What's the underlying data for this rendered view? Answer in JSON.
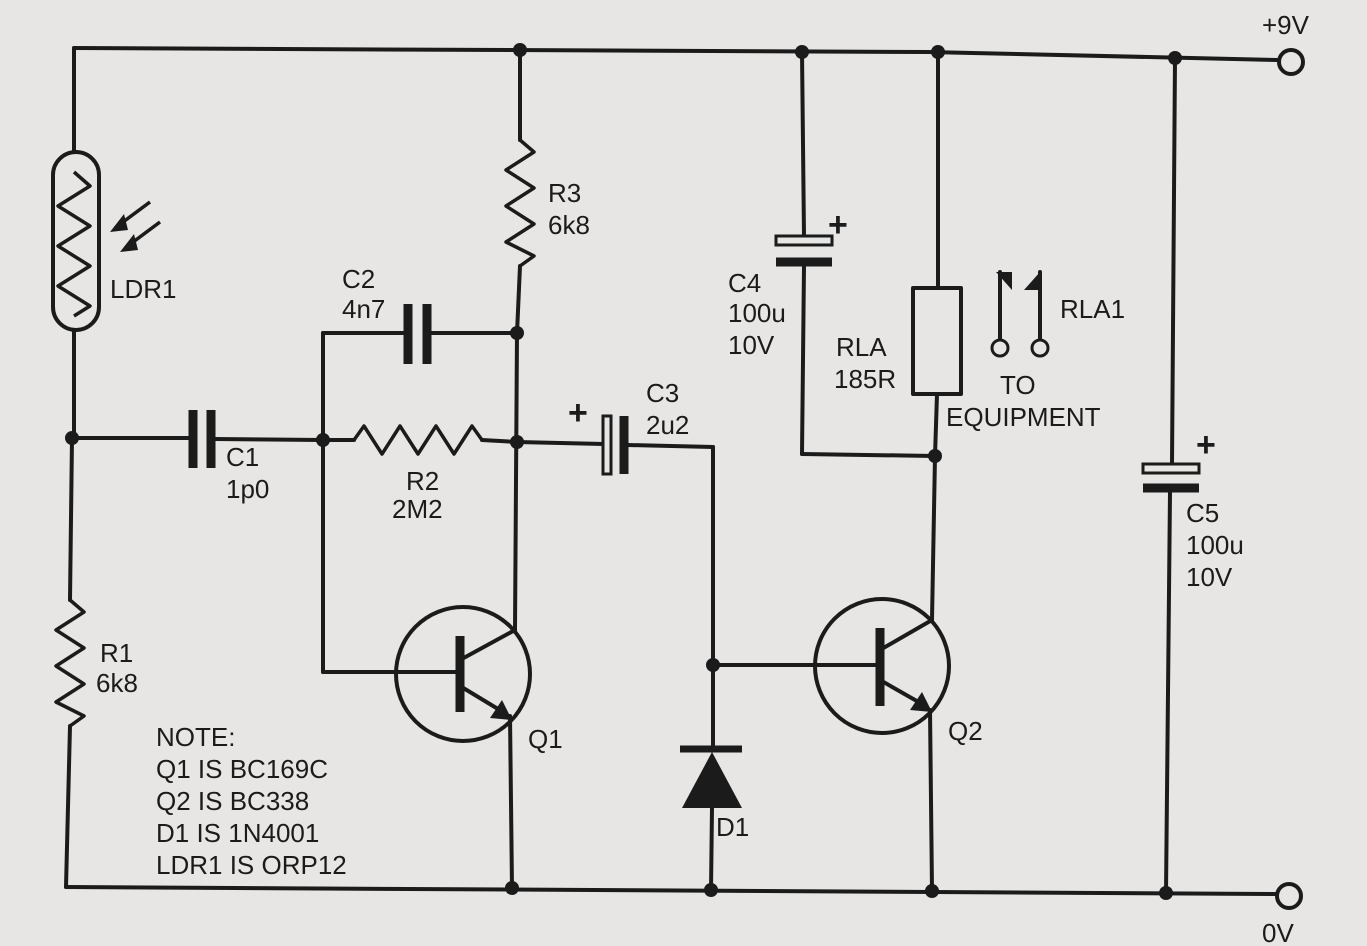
{
  "supply": {
    "positive": "+9V",
    "ground": "0V"
  },
  "components": {
    "ldr1": {
      "name": "LDR1"
    },
    "r1": {
      "name": "R1",
      "value": "6k8"
    },
    "r2": {
      "name": "R2",
      "value": "2M2"
    },
    "r3": {
      "name": "R3",
      "value": "6k8"
    },
    "c1": {
      "name": "C1",
      "value": "1p0"
    },
    "c2": {
      "name": "C2",
      "value": "4n7"
    },
    "c3": {
      "name": "C3",
      "value": "2u2",
      "polarity": "+"
    },
    "c4": {
      "name": "C4",
      "value": "100u",
      "voltage": "10V",
      "polarity": "+"
    },
    "c5": {
      "name": "C5",
      "value": "100u",
      "voltage": "10V",
      "polarity": "+"
    },
    "rla": {
      "name": "RLA",
      "value": "185R"
    },
    "rla1": {
      "name": "RLA1",
      "label_line1": "TO",
      "label_line2": "EQUIPMENT"
    },
    "q1": {
      "name": "Q1"
    },
    "q2": {
      "name": "Q2"
    },
    "d1": {
      "name": "D1"
    }
  },
  "note": {
    "title": "NOTE:",
    "lines": [
      "Q1 IS BC169C",
      "Q2 IS BC338",
      "D1 IS 1N4001",
      "LDR1 IS ORP12"
    ]
  }
}
